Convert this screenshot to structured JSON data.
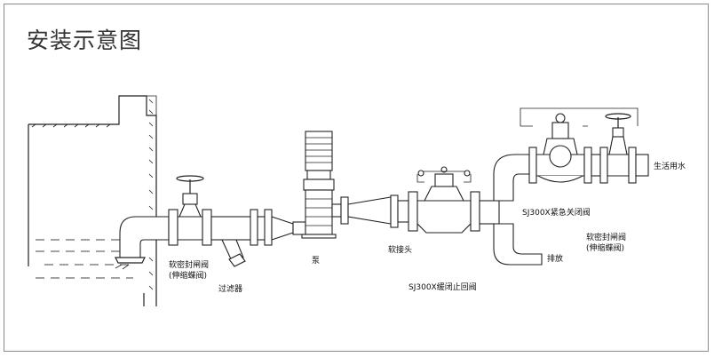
{
  "title": "安装示意图",
  "labels": {
    "soft_seal_valve_left_1": "软密封闸阀",
    "soft_seal_valve_left_2": "(伸缩蝶阀)",
    "filter": "过滤器",
    "pump": "泵",
    "soft_joint": "软接头",
    "check_valve": "SJ300X缓闭止回阀",
    "emergency_valve": "SJ300X紧急关闭阀",
    "drain": "排放",
    "soft_seal_valve_right_1": "软密封闸阀",
    "soft_seal_valve_right_2": "(伸缩蝶阀)",
    "domestic_water": "生活用水"
  }
}
